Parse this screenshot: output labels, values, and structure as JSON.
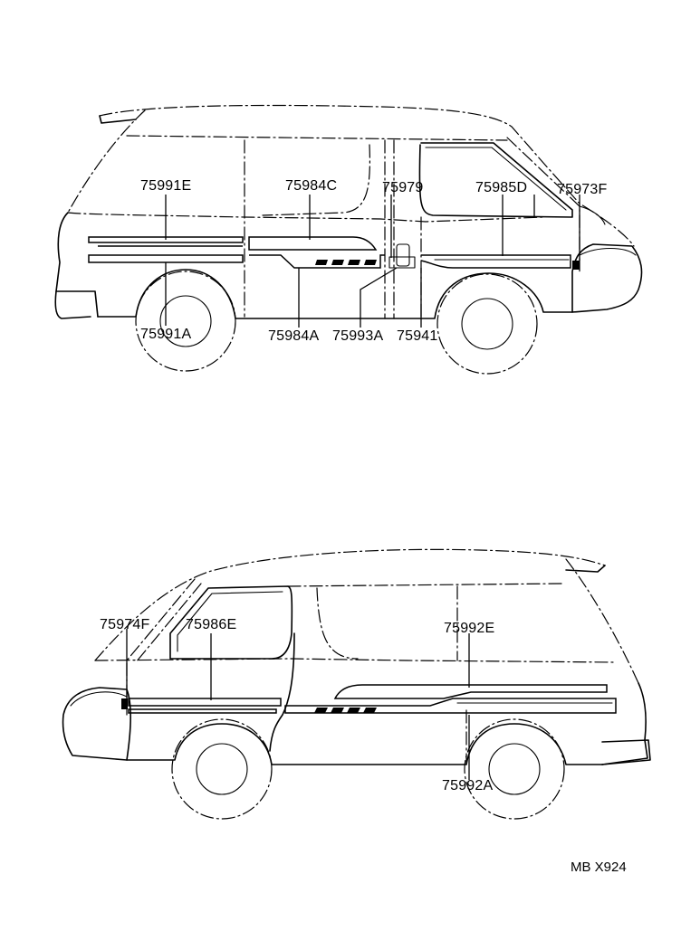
{
  "diagram": {
    "upper_view_labels": {
      "l75991E": "75991E",
      "l75984C": "75984C",
      "l75979": "75979",
      "l75985D": "75985D",
      "l75973F": "75973F",
      "l75991A": "75991A",
      "l75984A": "75984A",
      "l75993A": "75993A",
      "l75941": "75941"
    },
    "lower_view_labels": {
      "l75974F": "75974F",
      "l75986E": "75986E",
      "l75992E": "75992E",
      "l75992A": "75992A"
    },
    "drawing_code": "MB X924"
  }
}
